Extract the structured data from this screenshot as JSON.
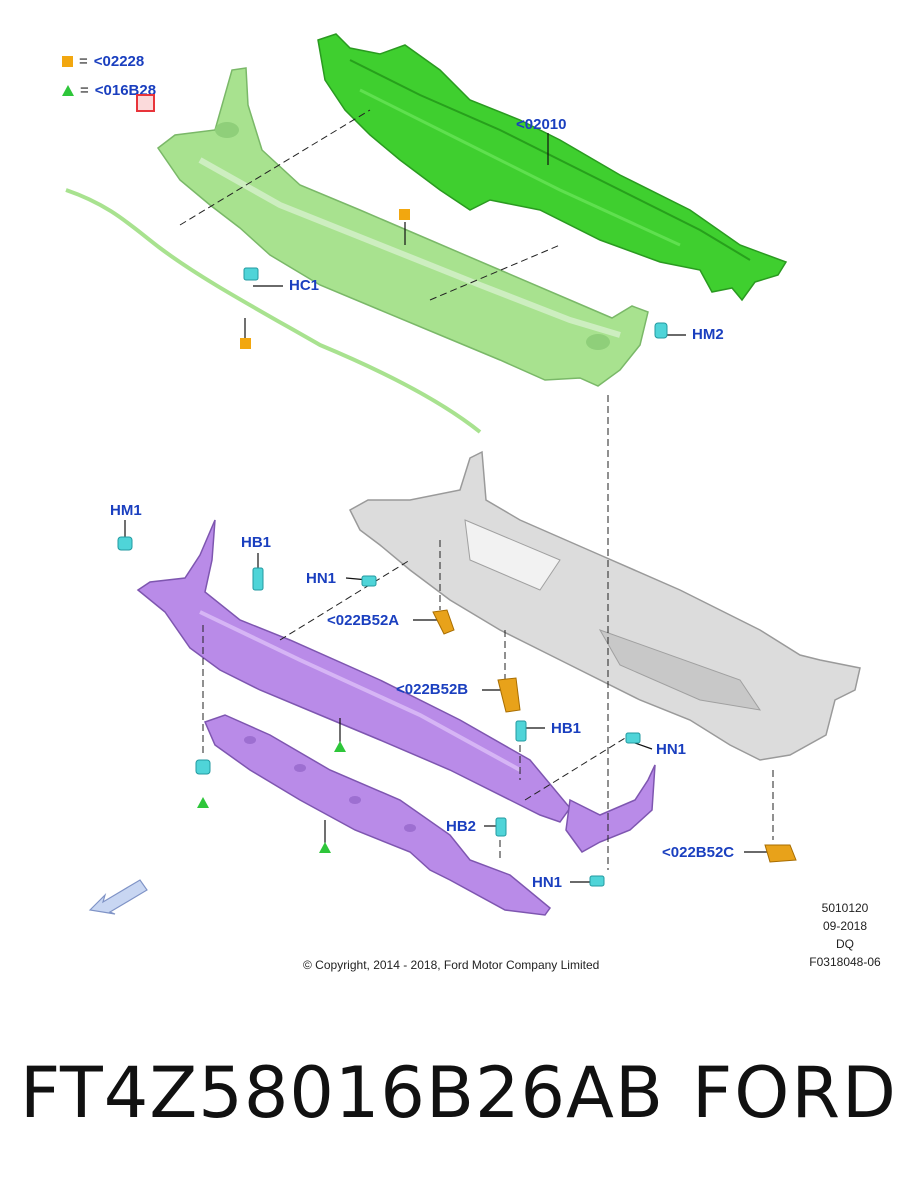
{
  "legend": [
    {
      "marker": "square",
      "color": "#f2a70f",
      "equals": "=",
      "code": "<02228"
    },
    {
      "marker": "triangle",
      "color": "#2ec63a",
      "equals": "=",
      "code": "<016B28"
    }
  ],
  "callouts": {
    "c02010": "<02010",
    "hc1": "HC1",
    "hm2": "HM2",
    "hm1": "HM1",
    "hb1_top": "HB1",
    "hn1_top": "HN1",
    "c022b52a": "<022B52A",
    "c022b52b": "<022B52B",
    "hb1_mid": "HB1",
    "hn1_mid": "HN1",
    "hb2": "HB2",
    "c022b52c": "<022B52C",
    "hn1_bot": "HN1"
  },
  "meta": {
    "line1": "5010120",
    "line2": "09-2018",
    "line3": "DQ",
    "line4": "F0318048-06"
  },
  "copyright": "© Copyright, 2014 - 2018, Ford Motor Company Limited",
  "caption": {
    "part_number": "FT4Z58016B26AB",
    "brand": "FORD"
  },
  "colors": {
    "callout_blue": "#1a3fbf",
    "green_part": "#3fcf2f",
    "light_green_part": "#a8e28f",
    "purple_part": "#b98be8",
    "grey_part": "#d9d9d9",
    "orange_clip": "#e8a21a",
    "cyan_clip": "#4fd4d8",
    "selection": "#e8343a"
  }
}
